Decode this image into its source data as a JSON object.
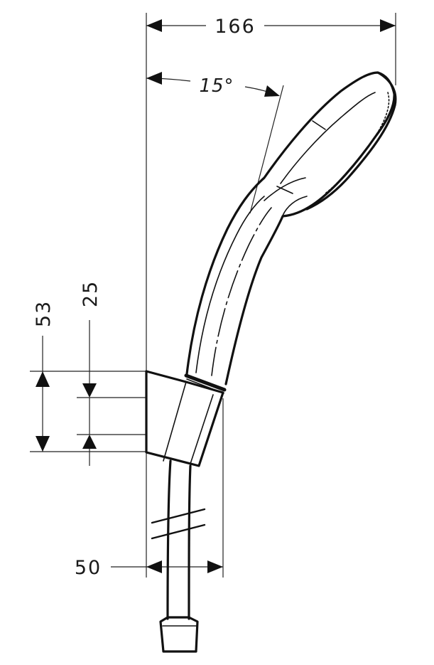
{
  "dimensions": {
    "overall_width": "166",
    "tilt_angle": "15°",
    "holder_height": "53",
    "holder_offset": "25",
    "holder_depth": "50"
  }
}
